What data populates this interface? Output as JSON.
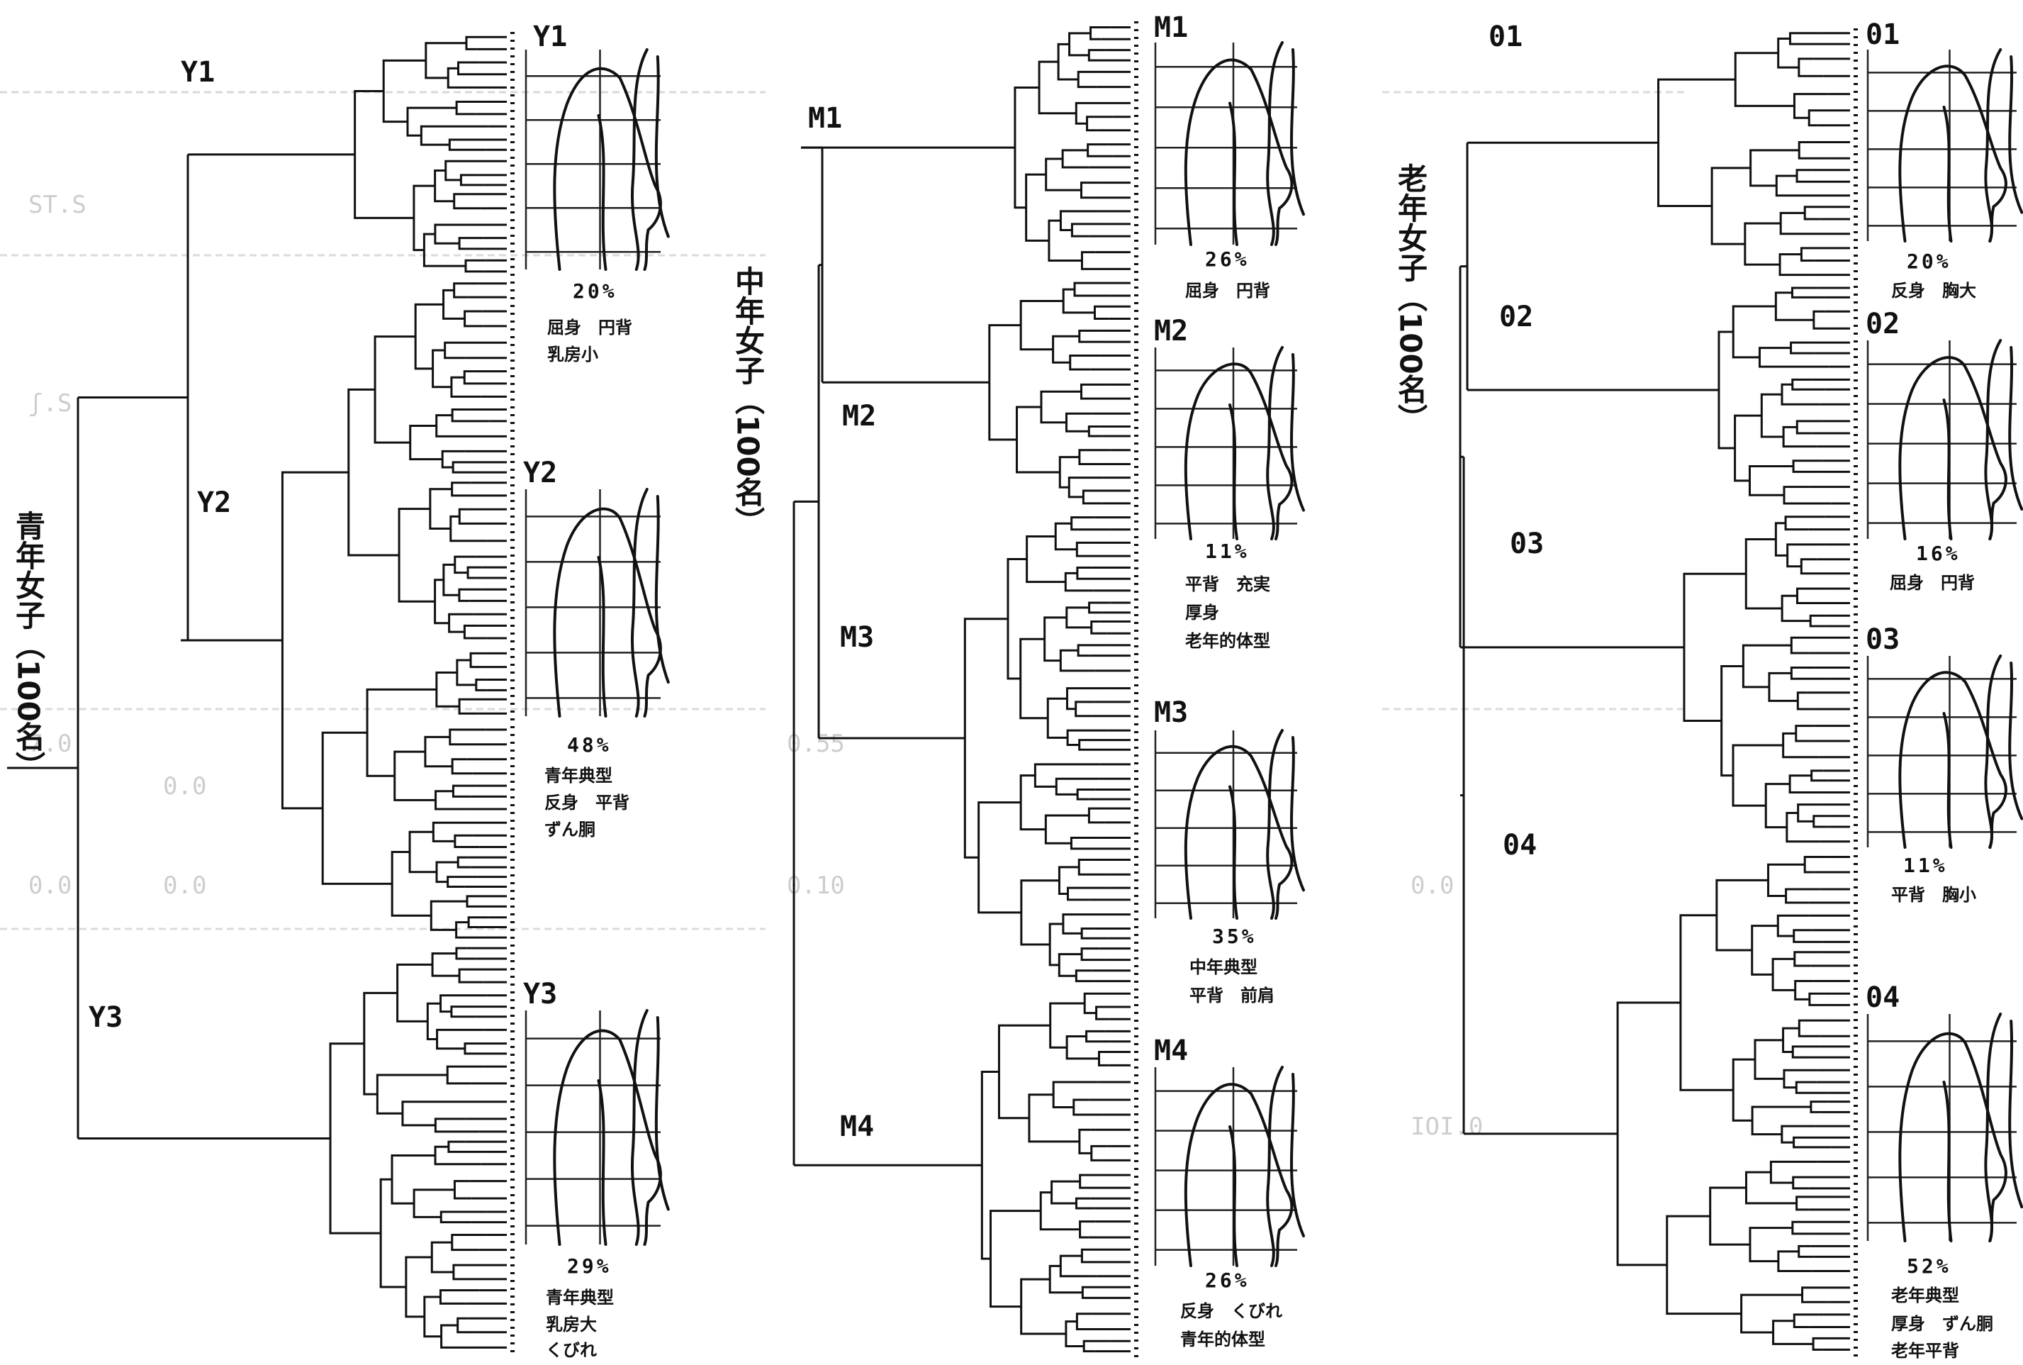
{
  "groups": [
    {
      "id": "young",
      "title": "青年女子（100名）",
      "clusters": [
        {
          "label": "Y1",
          "fig_label": "Y1",
          "percent": "20%",
          "desc": [
            "屈身　円背",
            "乳房小"
          ]
        },
        {
          "label": "Y2",
          "fig_label": "Y2",
          "percent": "48%",
          "desc": [
            "青年典型",
            "反身　平背",
            "ずん胴"
          ]
        },
        {
          "label": "Y3",
          "fig_label": "Y3",
          "percent": "29%",
          "desc": [
            "青年典型",
            "乳房大",
            "くびれ"
          ]
        }
      ]
    },
    {
      "id": "middle",
      "title": "中年女子（100名）",
      "clusters": [
        {
          "label": "M1",
          "fig_label": "M1",
          "percent": "26%",
          "desc": [
            "屈身　円背"
          ]
        },
        {
          "label": "M2",
          "fig_label": "M2",
          "percent": "11%",
          "desc": [
            "平背　充実",
            "厚身",
            "老年的体型"
          ]
        },
        {
          "label": "M3",
          "fig_label": "M3",
          "percent": "35%",
          "desc": [
            "中年典型",
            "平背　前肩"
          ]
        },
        {
          "label": "M4",
          "fig_label": "M4",
          "percent": "26%",
          "desc": [
            "反身　くびれ",
            "青年的体型"
          ]
        }
      ]
    },
    {
      "id": "old",
      "title": "老年女子（100名）",
      "clusters": [
        {
          "label": "01",
          "fig_label": "01",
          "percent": "20%",
          "desc": [
            "反身　胸大"
          ]
        },
        {
          "label": "02",
          "fig_label": "02",
          "percent": "16%",
          "desc": [
            "屈身　円背"
          ]
        },
        {
          "label": "03",
          "fig_label": "03",
          "percent": "11%",
          "desc": [
            "平背　胸小"
          ]
        },
        {
          "label": "04",
          "fig_label": "04",
          "percent": "52%",
          "desc": [
            "老年典型",
            "厚身　ずん胴",
            "老年平背"
          ]
        }
      ]
    }
  ]
}
